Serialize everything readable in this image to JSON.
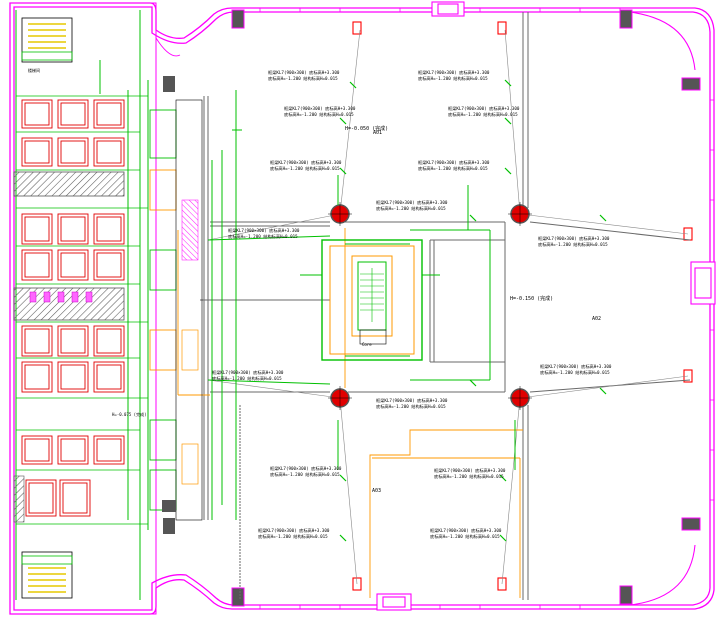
{
  "plan": {
    "room_labels": {
      "zone_upper_left": "A01",
      "zone_right": "A02",
      "zone_lower_middle": "A03",
      "core": "Core"
    },
    "elevation_notes": {
      "zone_upper_left": "H=-0.050 (完成)",
      "zone_right": "H=-0.150 (完成)",
      "left_core": "H=-0.075 (完成)"
    },
    "beam_note_line1": "框梁KL7(900×300) 底标高H+3.300",
    "beam_note_line2": "底标高H=-1.200 结构标高H=0.015",
    "left_wing_label": "楼梯间",
    "colors": {
      "curtain_wall": "#ff00ff",
      "structure_green": "#00c000",
      "partition_grey": "#6a6a6a",
      "column_red": "#ff0000",
      "core_orange": "#ff9900",
      "rooms_red": "#e00000",
      "hatch_dark": "#404040"
    }
  }
}
